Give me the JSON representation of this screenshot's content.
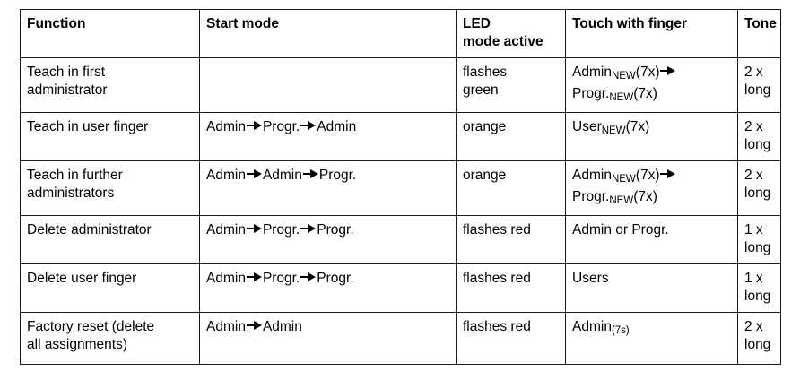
{
  "table": {
    "columns": [
      {
        "key": "function",
        "label": "Function"
      },
      {
        "key": "start_mode",
        "label": "Start mode"
      },
      {
        "key": "led",
        "label": "LED\nmode active"
      },
      {
        "key": "touch",
        "label": "Touch with finger"
      },
      {
        "key": "tone",
        "label": "Tone"
      }
    ],
    "arrow_glyph": "right-arrow",
    "rows": [
      {
        "function": "Teach in first\nadministrator",
        "start_mode": {
          "steps": []
        },
        "led": "flashes\ngreen",
        "touch": {
          "lines": [
            {
              "base": "Admin",
              "sub": "NEW",
              "tail": "(7x)",
              "arrow_after": true
            },
            {
              "base": "Progr.",
              "sub": "NEW",
              "tail": "(7x)",
              "arrow_after": false
            }
          ]
        },
        "tone": "2 x\nlong"
      },
      {
        "function": "Teach in user finger",
        "start_mode": {
          "steps": [
            "Admin",
            "Progr.",
            "Admin"
          ]
        },
        "led": "orange",
        "touch": {
          "lines": [
            {
              "base": "User",
              "sub": "NEW",
              "tail": "(7x)",
              "arrow_after": false
            }
          ]
        },
        "tone": "2 x\nlong"
      },
      {
        "function": "Teach in further\nadministrators",
        "start_mode": {
          "steps": [
            "Admin",
            "Admin",
            "Progr."
          ]
        },
        "led": "orange",
        "touch": {
          "lines": [
            {
              "base": "Admin",
              "sub": "NEW",
              "tail": "(7x)",
              "arrow_after": true
            },
            {
              "base": "Progr.",
              "sub": "NEW",
              "tail": "(7x)",
              "arrow_after": false
            }
          ]
        },
        "tone": "2 x\nlong"
      },
      {
        "function": "Delete administrator",
        "start_mode": {
          "steps": [
            "Admin",
            "Progr.",
            "Progr."
          ]
        },
        "led": "flashes red",
        "touch": {
          "lines": [
            {
              "base": "Admin or Progr.",
              "sub": "",
              "tail": "",
              "arrow_after": false
            }
          ]
        },
        "tone": "1 x\nlong"
      },
      {
        "function": "Delete user finger",
        "start_mode": {
          "steps": [
            "Admin",
            "Progr.",
            "Progr."
          ]
        },
        "led": "flashes red",
        "touch": {
          "lines": [
            {
              "base": "Users",
              "sub": "",
              "tail": "",
              "arrow_after": false
            }
          ]
        },
        "tone": "1 x\nlong"
      },
      {
        "function": "Factory reset (delete\nall assignments)",
        "start_mode": {
          "steps": [
            "Admin",
            "Admin"
          ]
        },
        "led": "flashes red",
        "touch": {
          "lines": [
            {
              "base": "Admin",
              "sub": "(7s)",
              "tail": "",
              "arrow_after": false
            }
          ]
        },
        "tone": "2 x\nlong"
      }
    ]
  },
  "colors": {
    "border": "#1a1a1a",
    "text": "#000000",
    "background": "#ffffff"
  }
}
